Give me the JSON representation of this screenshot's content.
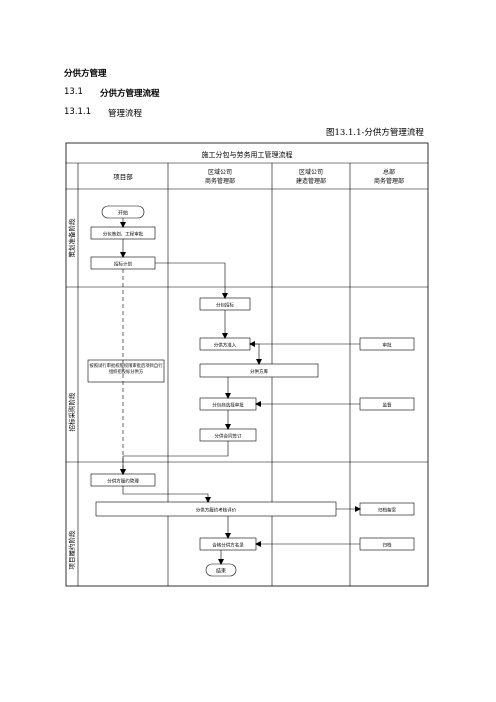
{
  "doc": {
    "heading": "分供方管理",
    "section_num": "13.1",
    "section_title": "分供方管理流程",
    "subsection_num": "13.1.1",
    "subsection_title": "管理流程",
    "figure_caption": "图13.1.1-分供方管理流程"
  },
  "flow": {
    "title": "施工分包与劳务用工管理流程",
    "columns": [
      {
        "line1": "项目部",
        "line2": ""
      },
      {
        "line1": "区域公司",
        "line2": "商务管理部"
      },
      {
        "line1": "区域公司",
        "line2": "建造管理部"
      },
      {
        "line1": "总部",
        "line2": "商务管理部"
      }
    ],
    "phases": [
      "策划准备阶段",
      "招标采购阶段",
      "项目履约阶段"
    ],
    "nodes": {
      "start": "开始",
      "plan": "分包策划、工程审批",
      "bid_plan": "招标计划",
      "subcontract_bid": "分包招标",
      "supplier_admit": "分供方准入",
      "supplier_library": "分供方库",
      "eval_approve": "分包商选择审批",
      "sign_contract": "分供合同签订",
      "note_box": "按照试行审批权限权限审批后项目自行组织招投标分供方",
      "review": "审批",
      "supervise": "监督",
      "perf_manage": "分供方履约管理",
      "perf_eval": "分供方履约考核评价",
      "archive": "归档备案",
      "qualified_list": "合格分供方名录",
      "file": "归档",
      "end": "结束"
    }
  }
}
